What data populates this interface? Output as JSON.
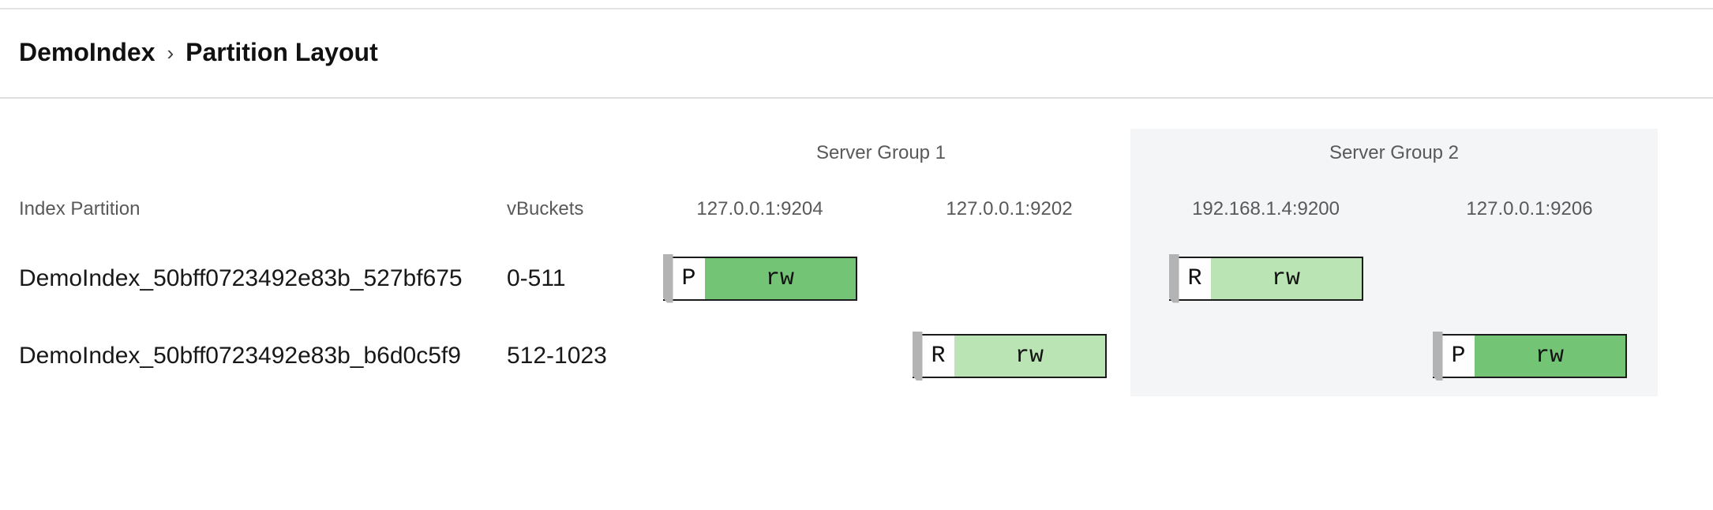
{
  "header": {
    "index_name": "DemoIndex",
    "separator": "›",
    "page_title": "Partition Layout"
  },
  "table": {
    "index_partition_header": "Index Partition",
    "vbuckets_header": "vBuckets",
    "groups": [
      {
        "label": "Server Group 1",
        "nodes": [
          "127.0.0.1:9204",
          "127.0.0.1:9202"
        ]
      },
      {
        "label": "Server Group 2",
        "nodes": [
          "192.168.1.4:9200",
          "127.0.0.1:9206"
        ]
      }
    ],
    "rows": [
      {
        "name": "DemoIndex_50bff0723492e83b_527bf675",
        "vbuckets": "0-511",
        "badges": [
          {
            "node": "127.0.0.1:9204",
            "role": "P",
            "access": "rw",
            "variant": "primary"
          },
          {
            "node": "192.168.1.4:9200",
            "role": "R",
            "access": "rw",
            "variant": "replica"
          }
        ]
      },
      {
        "name": "DemoIndex_50bff0723492e83b_b6d0c5f9",
        "vbuckets": "512-1023",
        "badges": [
          {
            "node": "127.0.0.1:9202",
            "role": "R",
            "access": "rw",
            "variant": "replica"
          },
          {
            "node": "127.0.0.1:9206",
            "role": "P",
            "access": "rw",
            "variant": "primary"
          }
        ]
      }
    ]
  },
  "colors": {
    "primary-green": "#74c476",
    "replica-green": "#bae4b3",
    "strip-gray": "#b3b3b3",
    "panel-bg": "#f4f5f7",
    "border-dark": "#1b1b1b"
  }
}
